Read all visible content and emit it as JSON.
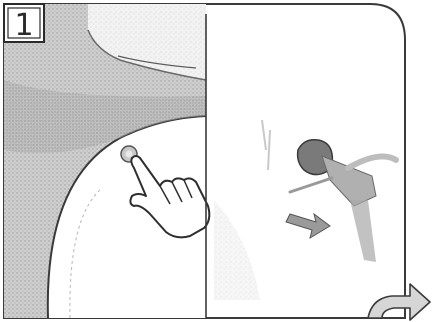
{
  "step": {
    "number": "1"
  },
  "colors": {
    "outline": "#3a3a3a",
    "left_panel_shadow": "#bdbdbd",
    "left_panel_light": "#f4f4f4",
    "right_panel_bg": "#ffffff",
    "sketch_gray": "#8a8a8a",
    "hand_fill": "#ffffff"
  },
  "panels": [
    {
      "name": "left-panel",
      "description_icon": "press-button-hand-icon"
    },
    {
      "name": "right-panel",
      "description_icon": "spray-nozzle-icon"
    }
  ]
}
